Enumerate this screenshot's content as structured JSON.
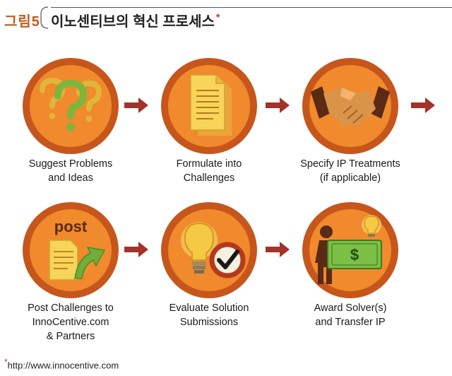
{
  "header": {
    "figure_label": "그림5",
    "title": "이노센티브의 혁신 프로세스",
    "title_mark": "*"
  },
  "steps": [
    {
      "icon": "question-marks-icon",
      "lines": [
        "Suggest Problems",
        "and Ideas"
      ]
    },
    {
      "icon": "document-icon",
      "lines": [
        "Formulate into",
        "Challenges"
      ]
    },
    {
      "icon": "handshake-icon",
      "lines": [
        "Specify IP Treatments",
        "(if applicable)"
      ]
    },
    {
      "icon": "post-document-icon",
      "icon_text": "post",
      "lines": [
        "Post Challenges to",
        "InnoCentive.com",
        "& Partners"
      ]
    },
    {
      "icon": "lightbulb-check-icon",
      "lines": [
        "Evaluate Solution",
        "Submissions"
      ]
    },
    {
      "icon": "award-money-icon",
      "icon_text": "$",
      "lines": [
        "Award Solver(s)",
        "and Transfer IP"
      ]
    }
  ],
  "footnote": {
    "mark": "*",
    "text": "http://www.innocentive.com"
  },
  "colors": {
    "circle_outer": "#c7561c",
    "circle_inner": "#f08a2c",
    "arrow": "#a3322a",
    "label_orange": "#c45a1b"
  }
}
